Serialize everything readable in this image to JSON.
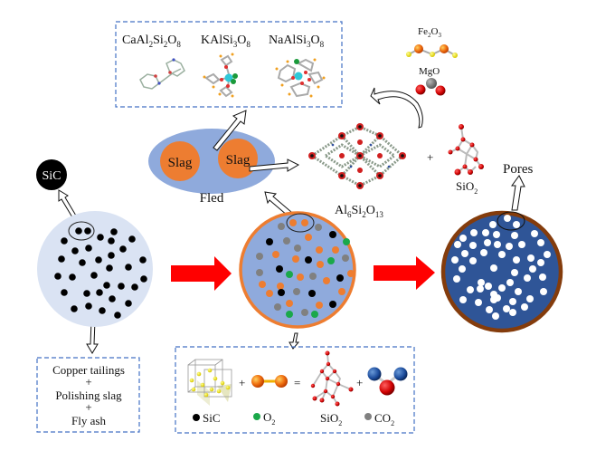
{
  "top_box": {
    "minerals": [
      {
        "base": "CaAl",
        "s1": "2",
        "m": "Si",
        "s2": "2",
        "e": "O",
        "s3": "8"
      },
      {
        "base": "KAlSi",
        "s1": "3",
        "m": "O",
        "s2": "8",
        "e": "",
        "s3": ""
      },
      {
        "base": "NaAlSi",
        "s1": "3",
        "m": "O",
        "s2": "8",
        "e": "",
        "s3": ""
      }
    ]
  },
  "oxides": {
    "fe2o3": {
      "a": "Fe",
      "s1": "2",
      "b": "O",
      "s2": "3"
    },
    "mgo": "MgO"
  },
  "fled": {
    "label": "Fled",
    "slag_left": "Slag",
    "slag_right": "Slag"
  },
  "products": {
    "mullite": {
      "a": "Al",
      "s1": "6",
      "b": "Si",
      "s2": "2",
      "c": "O",
      "s3": "13"
    },
    "plus": "+",
    "sio2": {
      "a": "SiO",
      "s": "2"
    }
  },
  "sic_label": "SiC",
  "pores_label": "Pores",
  "raw_materials": {
    "lines": [
      "Copper tailings",
      "+",
      "Polishing slag",
      "+",
      "Fly ash"
    ]
  },
  "reaction": {
    "plus1": "+",
    "equals": "=",
    "plus2": "+",
    "legend": [
      {
        "label": "SiC",
        "color": "#000000"
      },
      {
        "label": "O",
        "sub": "2",
        "color": "#1aa84a"
      },
      {
        "label": "SiO",
        "sub": "2",
        "color": null
      },
      {
        "label": "CO",
        "sub": "2",
        "color": "#808080"
      }
    ]
  },
  "colors": {
    "raw_body": "#dae3f3",
    "mid_body": "#8faadc",
    "mid_rim": "#ed7d31",
    "final_body": "#2f5597",
    "final_rim": "#843c0c",
    "slag": "#ed7d31",
    "fled": "#8faadc",
    "arrow": "#ff0000",
    "dash_box": "#4472c4"
  }
}
